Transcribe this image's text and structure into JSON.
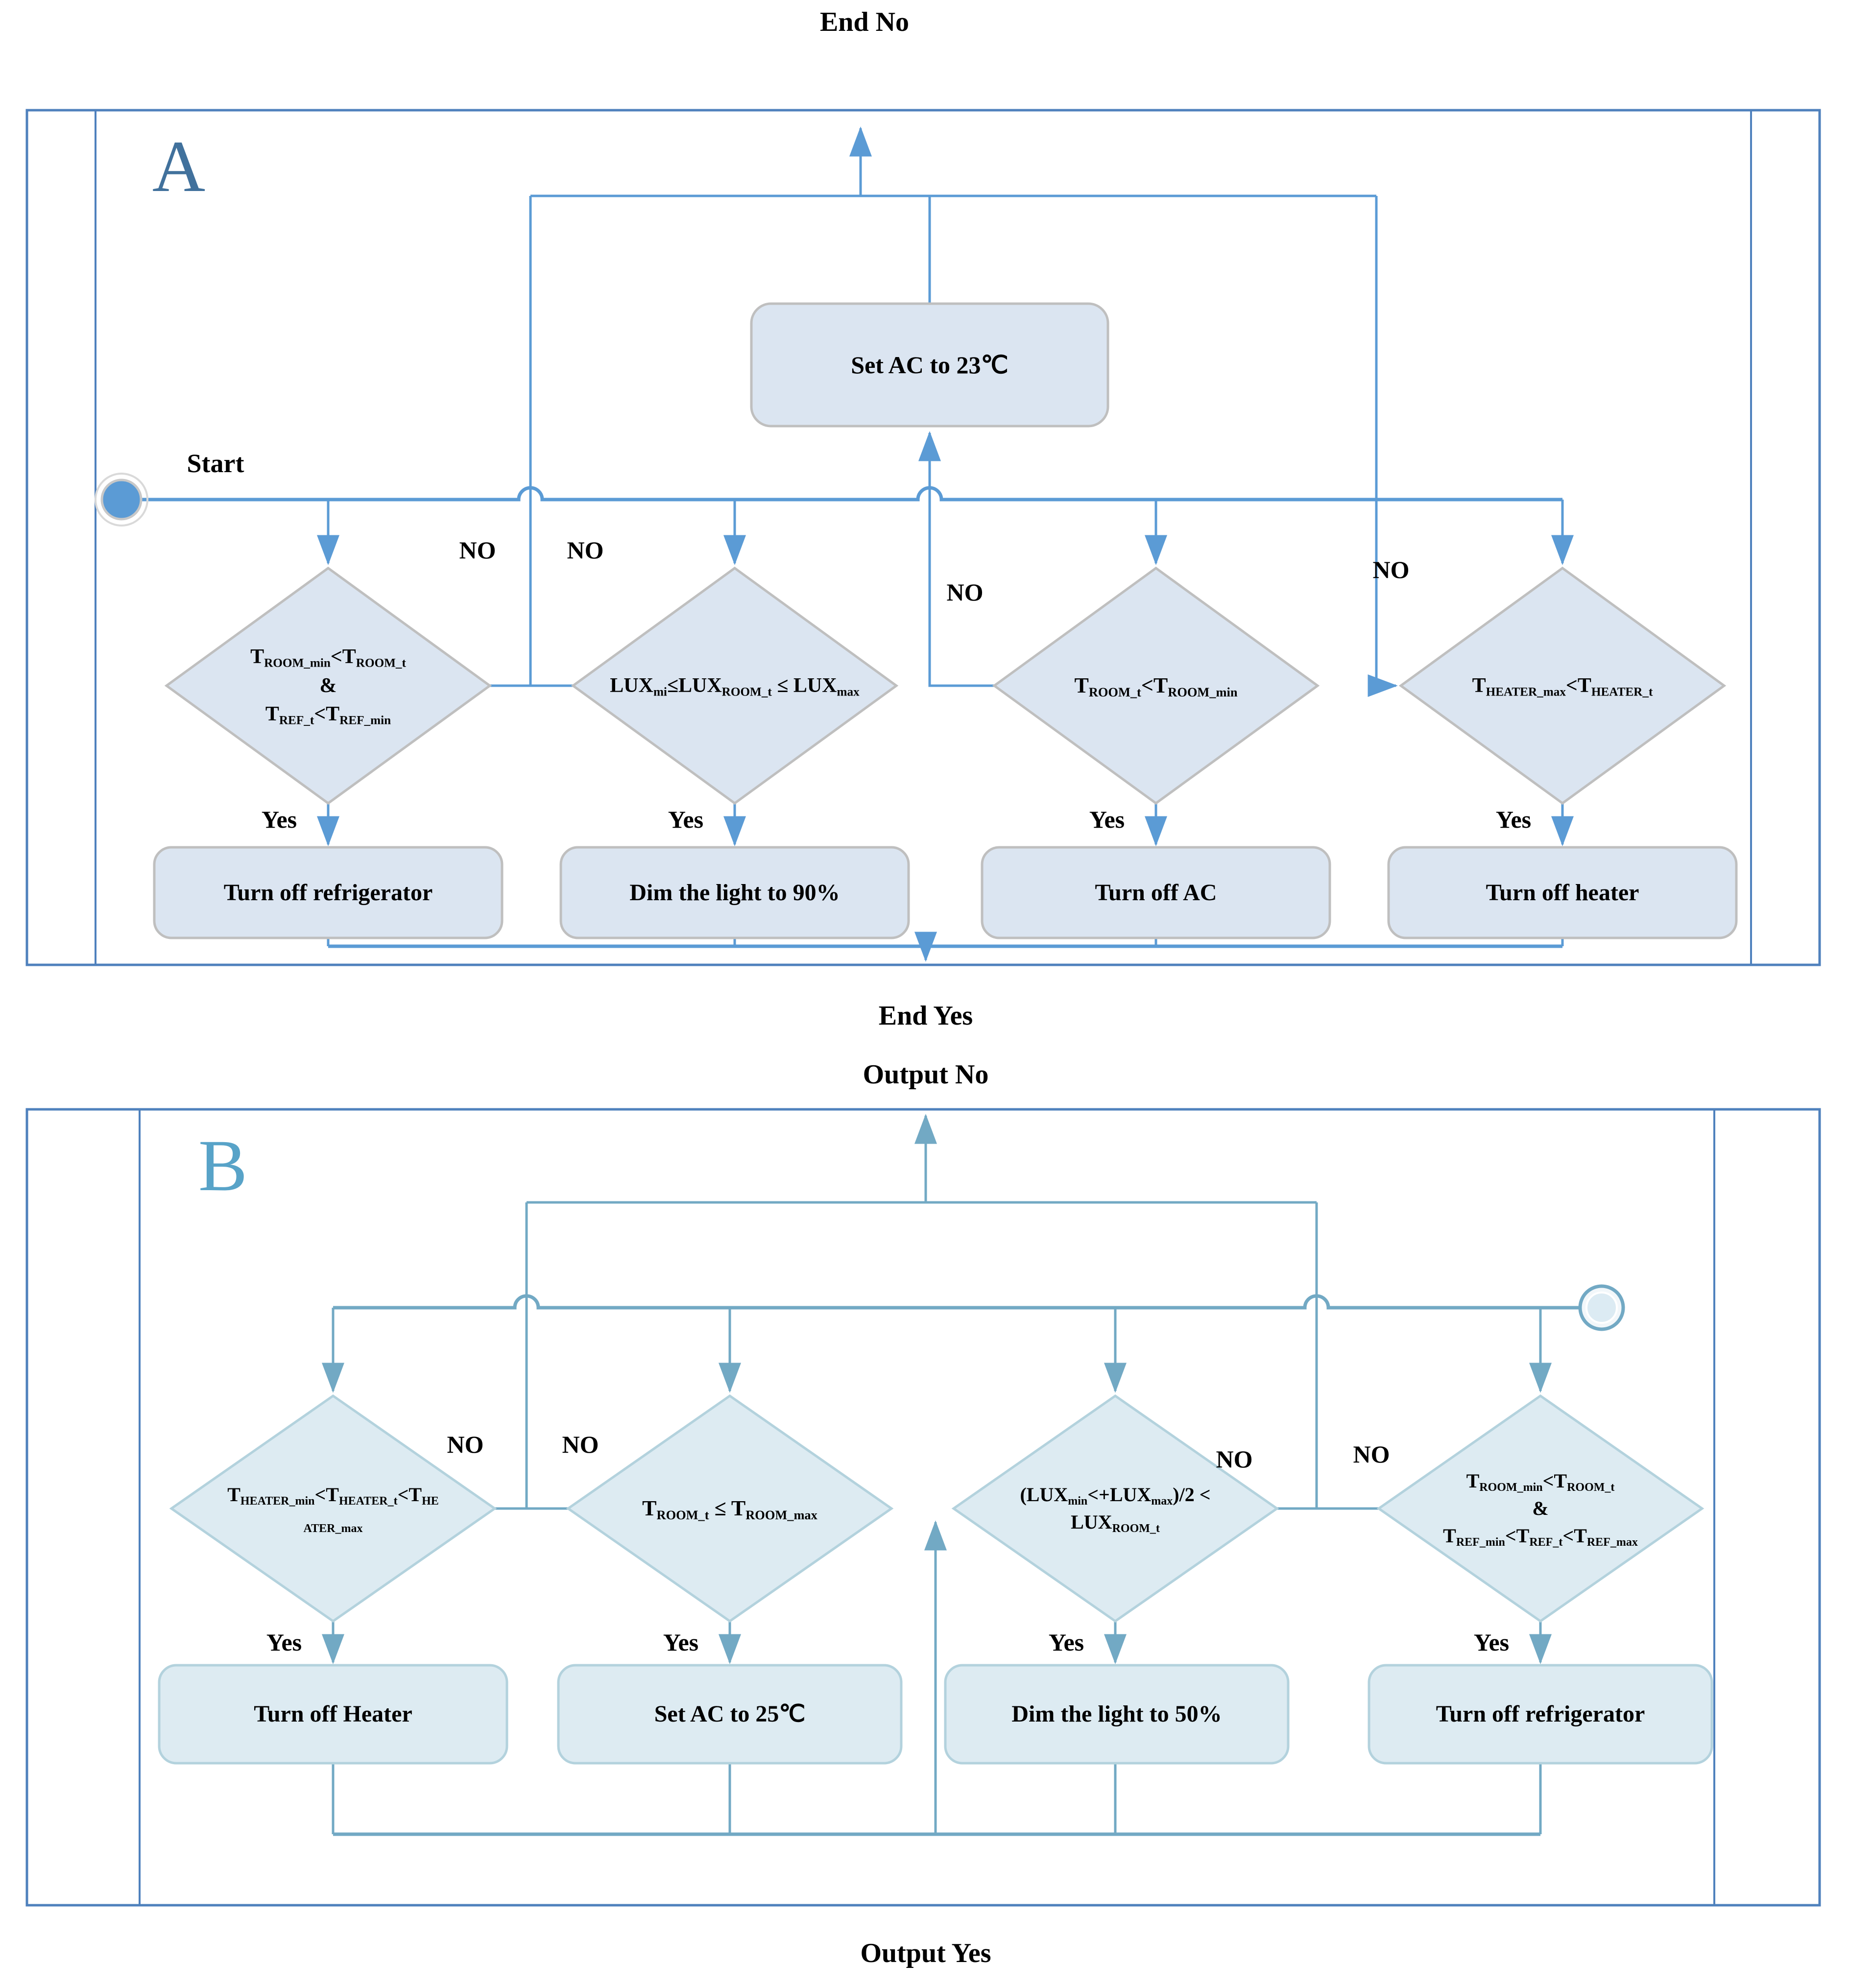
{
  "labels": {
    "end_no": "End No",
    "end_yes": "End Yes",
    "output_no": "Output No",
    "output_yes": "Output Yes",
    "start": "Start",
    "no": "NO",
    "yes": "Yes"
  },
  "colors": {
    "a_connector": "#5b9bd5",
    "b_connector": "#72a9c4",
    "panel_border": "#4f81bd",
    "diamond_fill_a": "#dbe5f1",
    "diamond_stroke_a": "#bfbfbf",
    "diamond_fill_b": "#ddebf2",
    "diamond_stroke_b": "#b3d2dd",
    "label_a": "#41719c",
    "label_b": "#58a3c8",
    "start_node": "#5b9bd5"
  },
  "panel_a": {
    "letter": "A",
    "process_box": "Set AC to 23℃",
    "decisions": [
      {
        "runs": [
          {
            "t": "T"
          },
          {
            "t": "ROOM_min",
            "sub": true
          },
          {
            "t": "<T"
          },
          {
            "t": "ROOM_t",
            "sub": true
          },
          {
            "br": true
          },
          {
            "t": "&"
          },
          {
            "br": true
          },
          {
            "t": "T"
          },
          {
            "t": "REF_t",
            "sub": true
          },
          {
            "t": "<T"
          },
          {
            "t": "REF_min",
            "sub": true
          }
        ]
      },
      {
        "runs": [
          {
            "t": "LUX"
          },
          {
            "t": "mi",
            "sub": true
          },
          {
            "t": "≤LUX"
          },
          {
            "t": "ROOM_t",
            "sub": true
          },
          {
            "t": " ≤ LUX"
          },
          {
            "t": "max",
            "sub": true
          }
        ]
      },
      {
        "runs": [
          {
            "t": "T"
          },
          {
            "t": "ROOM_t",
            "sub": true
          },
          {
            "t": "<T"
          },
          {
            "t": "ROOM_min",
            "sub": true
          }
        ]
      },
      {
        "runs": [
          {
            "t": "T"
          },
          {
            "t": "HEATER_max",
            "sub": true
          },
          {
            "t": "<T"
          },
          {
            "t": "HEATER_t",
            "sub": true
          }
        ]
      }
    ],
    "actions": [
      "Turn off refrigerator",
      "Dim the light to 90%",
      "Turn off AC",
      "Turn off heater"
    ]
  },
  "panel_b": {
    "letter": "B",
    "decisions": [
      {
        "runs": [
          {
            "t": "T"
          },
          {
            "t": "HEATER_min",
            "sub": true
          },
          {
            "t": "<T"
          },
          {
            "t": "HEATER_t",
            "sub": true
          },
          {
            "t": "<T"
          },
          {
            "t": "HE",
            "sub": true
          },
          {
            "br": true
          },
          {
            "t": "ATER_max",
            "sub": true
          }
        ]
      },
      {
        "runs": [
          {
            "t": "T"
          },
          {
            "t": "ROOM_t",
            "sub": true
          },
          {
            "t": " ≤ T"
          },
          {
            "t": "ROOM_max",
            "sub": true
          }
        ]
      },
      {
        "runs": [
          {
            "t": "(LUX"
          },
          {
            "t": "min",
            "sub": true
          },
          {
            "t": "<+LUX"
          },
          {
            "t": "max",
            "sub": true
          },
          {
            "t": ")/2 <"
          },
          {
            "br": true
          },
          {
            "t": "LUX"
          },
          {
            "t": "ROOM_t",
            "sub": true
          }
        ]
      },
      {
        "runs": [
          {
            "t": "T"
          },
          {
            "t": "ROOM_min",
            "sub": true
          },
          {
            "t": "<T"
          },
          {
            "t": "ROOM_t",
            "sub": true
          },
          {
            "br": true
          },
          {
            "t": "&"
          },
          {
            "br": true
          },
          {
            "t": "T"
          },
          {
            "t": "REF_min",
            "sub": true
          },
          {
            "t": "<T"
          },
          {
            "t": "REF_t",
            "sub": true
          },
          {
            "t": "<T"
          },
          {
            "t": "REF_max",
            "sub": true
          }
        ]
      }
    ],
    "actions": [
      "Turn off Heater",
      "Set AC to 25℃",
      "Dim the light to 50%",
      "Turn off refrigerator"
    ]
  }
}
